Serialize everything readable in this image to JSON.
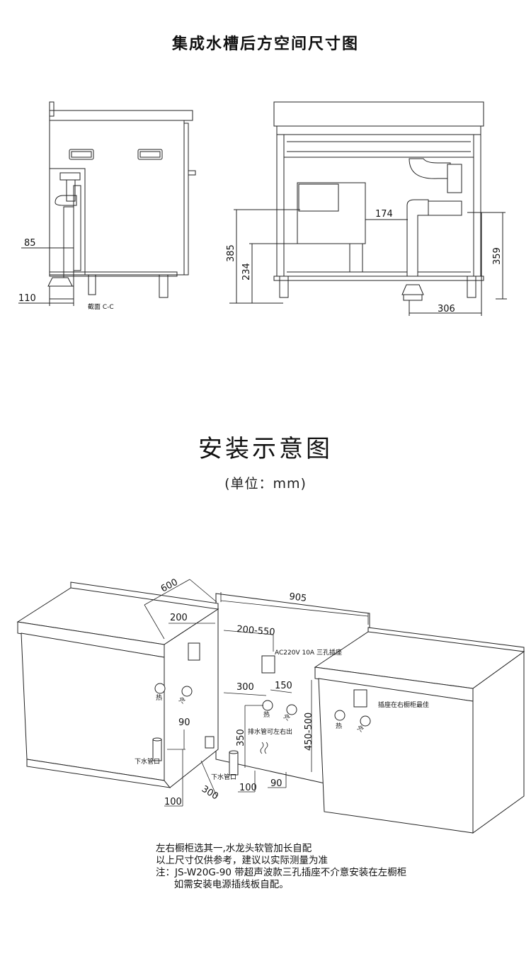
{
  "titles": {
    "rear_space": "集成水槽后方空间尺寸图",
    "install": "安装示意图",
    "unit": "(单位：mm)"
  },
  "rear_diagram": {
    "dims": [
      "85",
      "110",
      "385",
      "234",
      "174",
      "359",
      "306"
    ],
    "section_label": "截面 C-C"
  },
  "install_diagram": {
    "dims": {
      "d600": "600",
      "d200": "200",
      "d905": "905",
      "d200_550": "200-550",
      "d300": "300",
      "d150": "150",
      "d450_500": "450-500",
      "d90a": "90",
      "d350": "350",
      "d100a": "100",
      "d300b": "300",
      "d100b": "100",
      "d90b": "90"
    },
    "labels": {
      "socket": "AC220V 10A 三孔插座",
      "right_best": "插座在右橱柜最佳",
      "drain": "排水管可左右出",
      "down_pipe": "下水管口",
      "hot": "热",
      "cold": "冷"
    }
  },
  "notes": [
    "左右橱柜选其一,水龙头软管加长自配",
    "以上尺寸仅供参考，建议以实际测量为准",
    "注：JS-W20G-90 带超声波款三孔插座不介意安装在左橱柜",
    "      如需安装电源插线板自配。"
  ]
}
